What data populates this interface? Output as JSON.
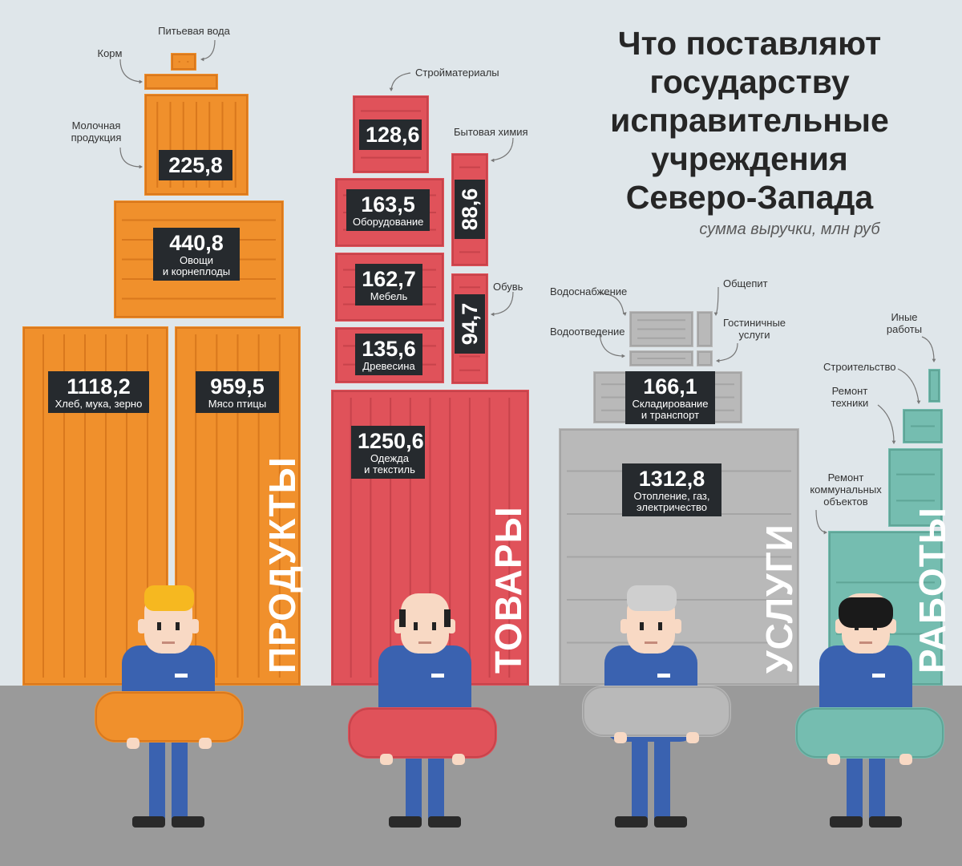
{
  "title": "Что поставляют государству исправительные учреждения Северо-Запада",
  "subtitle": "сумма выручки, млн руб",
  "colors": {
    "products": "#f0902c",
    "goods": "#e0525a",
    "services": "#b9b9b9",
    "works": "#75bdb0",
    "plate": "#262a2e",
    "ground": "#9a9a9a",
    "uniform": "#3a62b0",
    "background": "#dfe6ea"
  },
  "chart_data": {
    "type": "bar",
    "title": "Что поставляют государству исправительные учреждения Северо-Запада",
    "subtitle": "сумма выручки, млн руб",
    "groups": [
      {
        "name": "ПРОДУКТЫ",
        "items": [
          {
            "label": "Хлеб, мука, зерно",
            "value": 1118.2,
            "display": "1118,2"
          },
          {
            "label": "Мясо птицы",
            "value": 959.5,
            "display": "959,5"
          },
          {
            "label": "Овощи и корнеплоды",
            "value": 440.8,
            "display": "440,8"
          },
          {
            "label": "Молочная продукция",
            "value": 225.8,
            "display": "225,8"
          },
          {
            "label": "Корм",
            "value": null,
            "display": ""
          },
          {
            "label": "Питьевая вода",
            "value": null,
            "display": ""
          }
        ]
      },
      {
        "name": "ТОВАРЫ",
        "items": [
          {
            "label": "Одежда и текстиль",
            "value": 1250.6,
            "display": "1250,6"
          },
          {
            "label": "Древесина",
            "value": 135.6,
            "display": "135,6"
          },
          {
            "label": "Мебель",
            "value": 162.7,
            "display": "162,7"
          },
          {
            "label": "Оборудование",
            "value": 163.5,
            "display": "163,5"
          },
          {
            "label": "Стройматериалы",
            "value": 128.6,
            "display": "128,6"
          },
          {
            "label": "Бытовая химия",
            "value": 88.6,
            "display": "88,6"
          },
          {
            "label": "Обувь",
            "value": 94.7,
            "display": "94,7"
          }
        ]
      },
      {
        "name": "УСЛУГИ",
        "items": [
          {
            "label": "Отопление, газ, электричество",
            "value": 1312.8,
            "display": "1312,8"
          },
          {
            "label": "Складирование и транспорт",
            "value": 166.1,
            "display": "166,1"
          },
          {
            "label": "Водоснабжение",
            "value": null,
            "display": ""
          },
          {
            "label": "Водоотведение",
            "value": null,
            "display": ""
          },
          {
            "label": "Общепит",
            "value": null,
            "display": ""
          },
          {
            "label": "Гостиничные услуги",
            "value": null,
            "display": ""
          }
        ]
      },
      {
        "name": "РАБОТЫ",
        "items": [
          {
            "label": "Ремонт коммунальных объектов",
            "value": null,
            "display": ""
          },
          {
            "label": "Ремонт техники",
            "value": null,
            "display": ""
          },
          {
            "label": "Строительство",
            "value": null,
            "display": ""
          },
          {
            "label": "Иные работы",
            "value": null,
            "display": ""
          }
        ]
      }
    ]
  }
}
